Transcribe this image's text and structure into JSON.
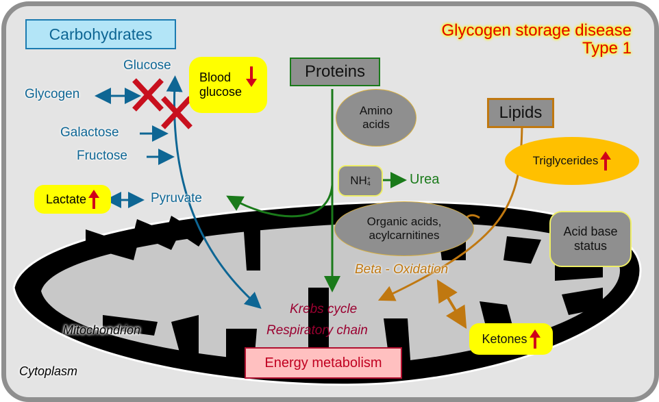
{
  "title": {
    "line1": "Glycogen storage disease",
    "line2": "Type 1"
  },
  "categories": {
    "carbohydrates": "Carbohydrates",
    "proteins": "Proteins",
    "lipids": "Lipids"
  },
  "carbohydrates": {
    "glucose": "Glucose",
    "glycogen": "Glycogen",
    "galactose": "Galactose",
    "fructose": "Fructose",
    "pyruvate": "Pyruvate",
    "lactate": "Lactate",
    "blood_glucose": [
      "Blood",
      "glucose"
    ]
  },
  "proteins": {
    "amino_acids": [
      "Amino",
      "acids"
    ],
    "nh4": "NH",
    "nh4_sub": "4",
    "nh4_sup": "+",
    "urea": "Urea",
    "organic_acids": [
      "Organic acids,",
      "acylcarnitines"
    ]
  },
  "lipids": {
    "triglycerides": "Triglycerides",
    "beta_oxidation": "Beta - Oxidation",
    "ketones": "Ketones"
  },
  "acid_base": [
    "Acid base",
    "status"
  ],
  "mitochondrion": {
    "label": "Mitochondrion",
    "krebs": "Krebs cycle",
    "respiratory": "Respiratory chain",
    "energy": "Energy metabolism"
  },
  "cytoplasm": "Cytoplasm",
  "colors": {
    "carb_blue": "#0e6694",
    "protein_green": "#1a7a1a",
    "lipid_brown": "#c07810",
    "red": "#d0001a",
    "yellow": "#ffff00",
    "orange": "#ffc000",
    "gray_node": "#8f8f8f"
  },
  "indicators": {
    "blood_glucose": "decreased",
    "lactate": "increased",
    "triglycerides": "increased",
    "ketones": "increased"
  }
}
